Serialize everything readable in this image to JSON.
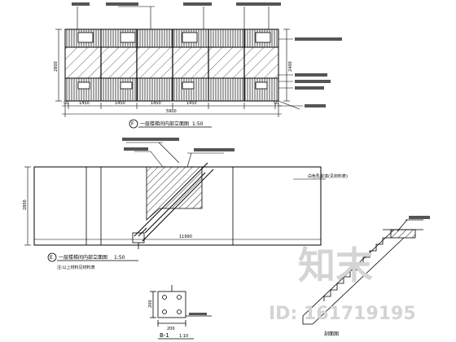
{
  "elevation_1": {
    "title": "一层楼梯间内部立面图",
    "scale": "1:50",
    "marker": "F",
    "dim_segments": [
      "50",
      "1450",
      "1450",
      "1450",
      "1450",
      "50"
    ],
    "dim_total": "5900",
    "dim_left": "2800",
    "dim_right": "2400"
  },
  "elevation_2": {
    "title": "一层楼梯间内部立面图",
    "scale": "1:50",
    "marker": "E",
    "note": "注:以上材料见材料表",
    "dim_left": "2800",
    "dim_bottom": "11990",
    "callout_right": "白色乳胶漆(见材料表)"
  },
  "detail_b1": {
    "label": "B-1",
    "scale": "1:10",
    "dim_left": "200",
    "dim_bottom": "200"
  },
  "stair_section": {
    "label": "剖面图"
  },
  "watermark": {
    "brand": "知末",
    "id_text": "ID: 161719195"
  }
}
